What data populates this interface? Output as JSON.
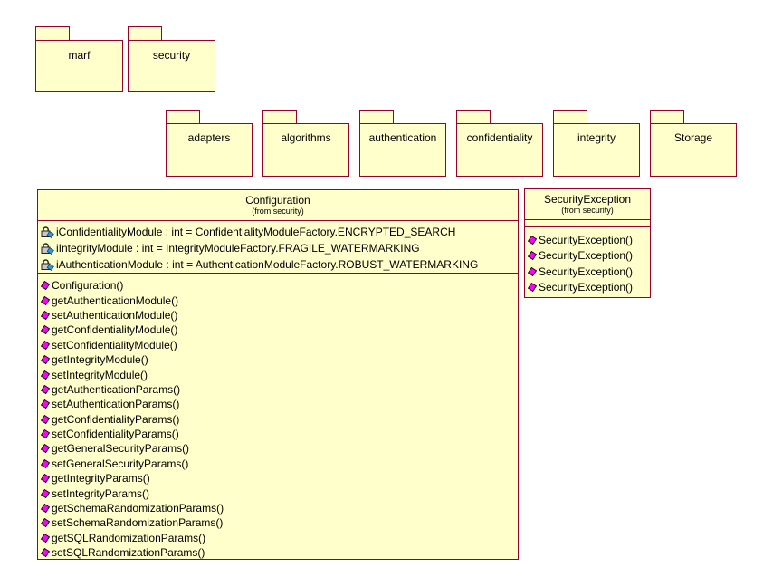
{
  "diagram": {
    "kind": "uml-class-and-package-diagram",
    "colors": {
      "background": "#FFFFFF",
      "element_fill": "#FFFFCC",
      "element_border": "#98002E",
      "operation_icon": "#FF00FF",
      "attribute_icon_blue": "#2E9AD6",
      "lock_icon_gray": "#C8C8C8",
      "text": "#000000"
    }
  },
  "packages": {
    "row1": [
      {
        "label": "marf"
      },
      {
        "label": "security"
      }
    ],
    "row2": [
      {
        "label": "adapters"
      },
      {
        "label": "algorithms"
      },
      {
        "label": "authentication"
      },
      {
        "label": "confidentiality"
      },
      {
        "label": "integrity"
      },
      {
        "label": "Storage"
      }
    ]
  },
  "classes": {
    "configuration": {
      "title": "Configuration",
      "from": "(from security)",
      "attributes": [
        "iConfidentialityModule : int = ConfidentialityModuleFactory.ENCRYPTED_SEARCH",
        "iIntegrityModule : int = IntegrityModuleFactory.FRAGILE_WATERMARKING",
        "iAuthenticationModule : int = AuthenticationModuleFactory.ROBUST_WATERMARKING"
      ],
      "methods": [
        "Configuration()",
        "getAuthenticationModule()",
        "setAuthenticationModule()",
        "getConfidentialityModule()",
        "setConfidentialityModule()",
        "getIntegrityModule()",
        "setIntegrityModule()",
        "getAuthenticationParams()",
        "setAuthenticationParams()",
        "getConfidentialityParams()",
        "setConfidentialityParams()",
        "getGeneralSecurityParams()",
        "setGeneralSecurityParams()",
        "getIntegrityParams()",
        "setIntegrityParams()",
        "getSchemaRandomizationParams()",
        "setSchemaRandomizationParams()",
        "getSQLRandomizationParams()",
        "setSQLRandomizationParams()"
      ]
    },
    "security_exception": {
      "title": "SecurityException",
      "from": "(from security)",
      "attributes": [],
      "methods": [
        "SecurityException()",
        "SecurityException()",
        "SecurityException()",
        "SecurityException()"
      ]
    }
  }
}
